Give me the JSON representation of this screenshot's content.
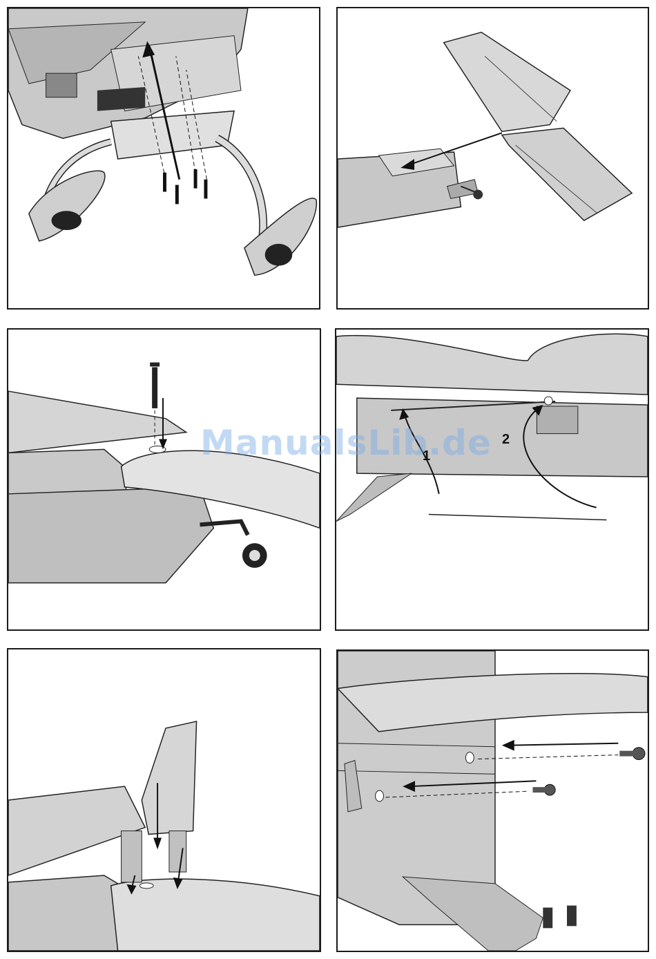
{
  "callouts": {
    "step_one": "1",
    "step_two": "2"
  },
  "watermark": "ManualsLib.de"
}
